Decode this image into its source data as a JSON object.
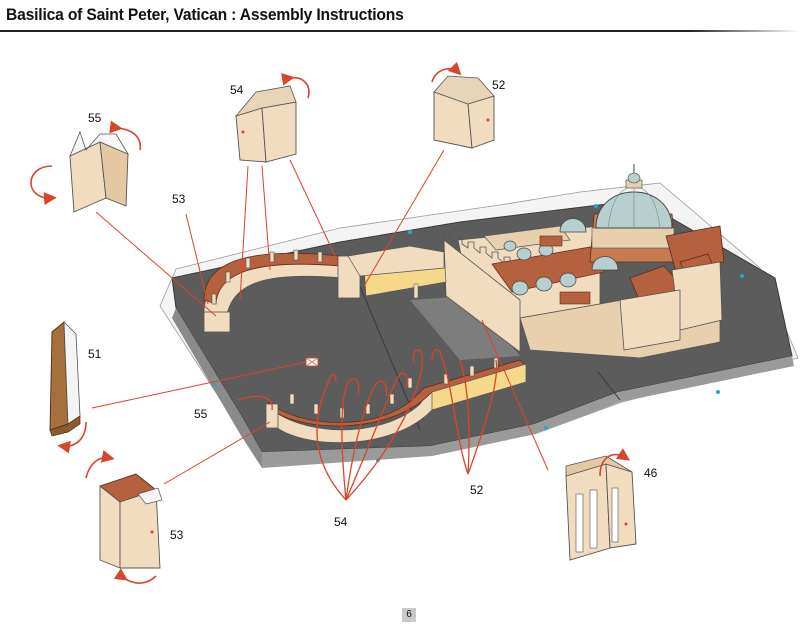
{
  "header": {
    "title": "Basilica of Saint Peter, Vatican : Assembly Instructions"
  },
  "labels": {
    "l55_top": "55",
    "l54_top": "54",
    "l52_top": "52",
    "l53_left": "53",
    "l51": "51",
    "l55_mid": "55",
    "l53_bottom": "53",
    "l54_bottom": "54",
    "l52_bottom": "52",
    "l46": "46"
  },
  "footer": {
    "page_number": "6"
  },
  "colors": {
    "base_gray": "#5c5c5c",
    "paper_white": "#f2f2f2",
    "wall_cream": "#f1dcc0",
    "roof_brown": "#b5603e",
    "dome_blue": "#b8cfcf",
    "leader_red": "#d8442c",
    "yellow_wall": "#f5d88a"
  }
}
